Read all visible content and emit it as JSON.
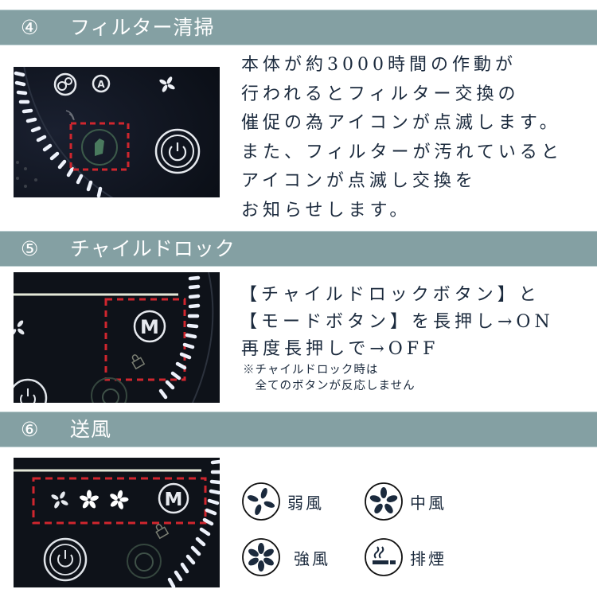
{
  "colors": {
    "header_bg": "#84a0a3",
    "header_text": "#ffffff",
    "body_text": "#1b2a3d",
    "panel_bg": "#0f141d",
    "highlight_box": "#c4242b"
  },
  "sections": [
    {
      "number": "④",
      "title": "フィルター清掃",
      "image_desc": "control-panel-filter-icon",
      "text_lines": [
        "本体が約3000時間の作動が",
        "行われるとフィルター交換の",
        "催促の為アイコンが点滅します。",
        "また、フィルターが汚れていると",
        "アイコンが点滅し交換を",
        "お知らせします。"
      ]
    },
    {
      "number": "⑤",
      "title": "チャイルドロック",
      "image_desc": "control-panel-mode-button",
      "text_lines": [
        "【チャイルドロックボタン】と",
        "【モードボタン】を長押し→ON",
        "再度長押しで→OFF"
      ],
      "note_lines": [
        "※チャイルドロック時は",
        "　全てのボタンが反応しません"
      ]
    },
    {
      "number": "⑥",
      "title": "送風",
      "image_desc": "control-panel-fan-speed",
      "legend": [
        {
          "icon": "fan-low-icon",
          "label": "弱風"
        },
        {
          "icon": "fan-medium-icon",
          "label": "中風"
        },
        {
          "icon": "fan-high-icon",
          "label": "強風"
        },
        {
          "icon": "smoke-exhaust-icon",
          "label": "排煙"
        }
      ]
    }
  ]
}
